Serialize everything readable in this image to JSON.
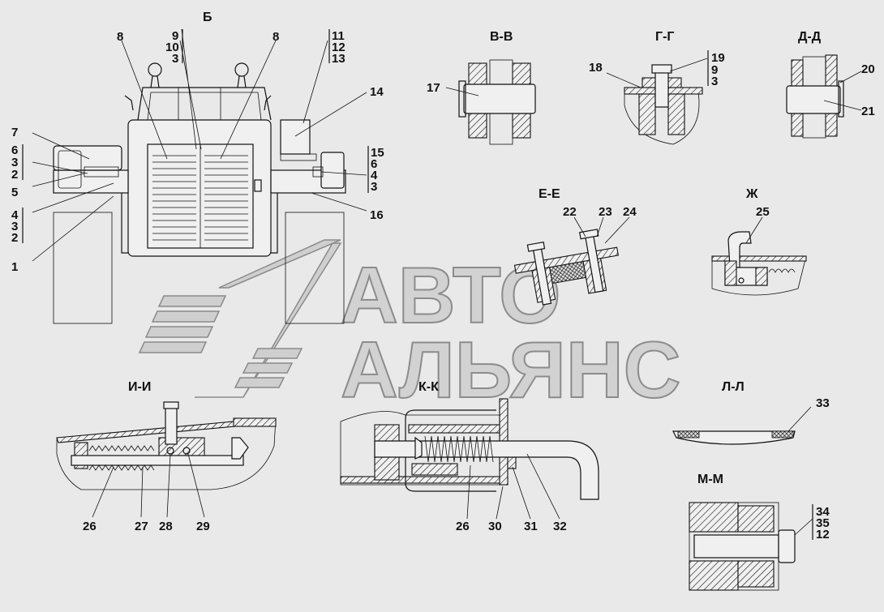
{
  "watermark": {
    "line1": "АВТО",
    "line2": "АЛЬЯНС"
  },
  "view_titles": {
    "b": "Б",
    "vv": "В-В",
    "gg": "Г-Г",
    "dd": "Д-Д",
    "ee": "Е-Е",
    "zh": "Ж",
    "ii": "И-И",
    "kk": "К-К",
    "ll": "Л-Л",
    "mm": "М-М"
  },
  "view_b": {
    "left_stack": [
      "6",
      "3",
      "2"
    ],
    "left_low_stack": [
      "4",
      "3",
      "2"
    ],
    "top_stack_1": [
      "9",
      "10",
      "3"
    ],
    "top_stack_2": [
      "11",
      "12",
      "13"
    ],
    "right_stack": [
      "15",
      "6",
      "4",
      "3"
    ],
    "labels": {
      "l1": "1",
      "l5": "5",
      "l7": "7",
      "l8a": "8",
      "l8b": "8",
      "l14": "14",
      "l16": "16"
    }
  },
  "view_vv": {
    "l17": "17"
  },
  "view_gg": {
    "l18": "18",
    "stack": [
      "19",
      "9",
      "3"
    ]
  },
  "view_dd": {
    "l20": "20",
    "l21": "21"
  },
  "view_ee": {
    "l22": "22",
    "l23": "23",
    "l24": "24"
  },
  "view_zh": {
    "l25": "25"
  },
  "view_ii": {
    "l26": "26",
    "l27": "27",
    "l28": "28",
    "l29": "29"
  },
  "view_kk": {
    "l26": "26",
    "l30": "30",
    "l31": "31",
    "l32": "32"
  },
  "view_ll": {
    "l33": "33"
  },
  "view_mm": {
    "stack": [
      "34",
      "35",
      "12"
    ]
  }
}
